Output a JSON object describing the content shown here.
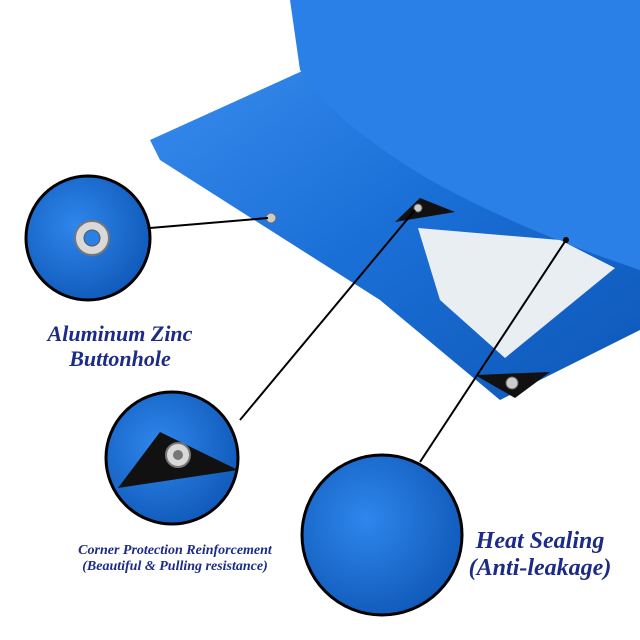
{
  "labels": {
    "buttonhole_line1": "Aluminum Zinc",
    "buttonhole_line2": "Buttonhole",
    "corner_line1": "Corner Protection Reinforcement",
    "corner_line2": "(Beautiful & Pulling resistance)",
    "heat_line1": "Heat Sealing",
    "heat_line2": "(Anti-leakage)"
  },
  "colors": {
    "tarp_blue": "#1a6fd6",
    "label_navy": "#1c2b86"
  }
}
